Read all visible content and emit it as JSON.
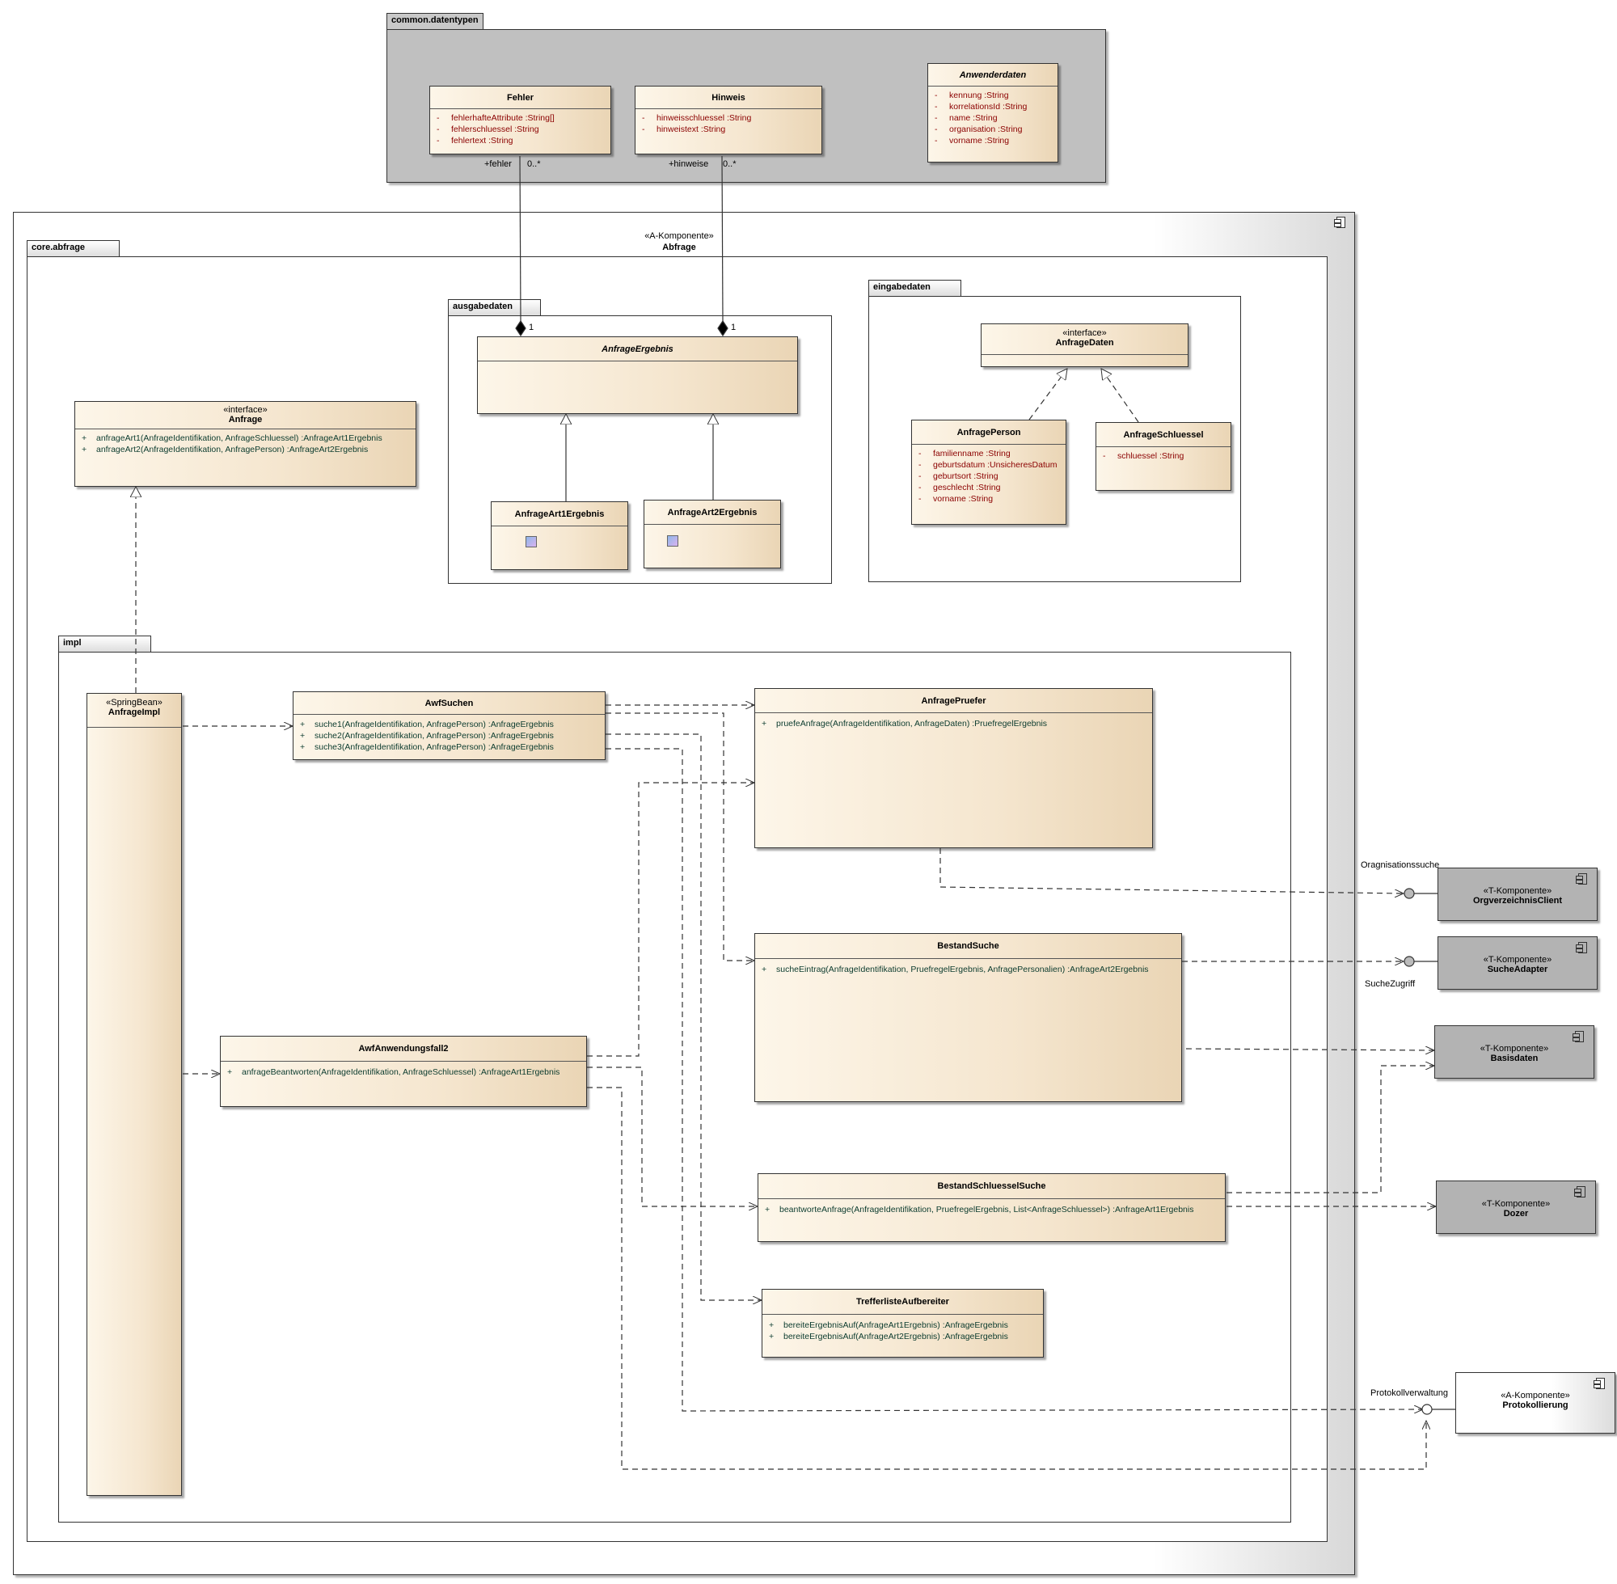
{
  "packages": {
    "common": "common.datentypen",
    "core": "core.abfrage",
    "ausgabe": "ausgabedaten",
    "eingabe": "eingabedaten",
    "impl": "impl"
  },
  "component_abfrage": {
    "stereotype": "«A-Komponente»",
    "name": "Abfrage"
  },
  "classes": {
    "fehler": {
      "name": "Fehler",
      "attrs": [
        {
          "vis": "-",
          "text": "fehlerhafteAttribute  :String[]"
        },
        {
          "vis": "-",
          "text": "fehlerschluessel  :String"
        },
        {
          "vis": "-",
          "text": "fehlertext  :String"
        }
      ]
    },
    "hinweis": {
      "name": "Hinweis",
      "attrs": [
        {
          "vis": "-",
          "text": "hinweisschluessel  :String"
        },
        {
          "vis": "-",
          "text": "hinweistext  :String"
        }
      ]
    },
    "anwenderdaten": {
      "name": "Anwenderdaten",
      "attrs": [
        {
          "vis": "-",
          "text": "kennung  :String"
        },
        {
          "vis": "-",
          "text": "korrelationsId  :String"
        },
        {
          "vis": "-",
          "text": "name  :String"
        },
        {
          "vis": "-",
          "text": "organisation  :String"
        },
        {
          "vis": "-",
          "text": "vorname  :String"
        }
      ]
    },
    "anfrageergebnis": {
      "name": "AnfrageErgebnis"
    },
    "art1": {
      "name": "AnfrageArt1Ergebnis"
    },
    "art2": {
      "name": "AnfrageArt2Ergebnis"
    },
    "anfragedaten": {
      "stereotype": "«interface»",
      "name": "AnfrageDaten"
    },
    "anfrageperson": {
      "name": "AnfragePerson",
      "attrs": [
        {
          "vis": "-",
          "text": "familienname  :String"
        },
        {
          "vis": "-",
          "text": "geburtsdatum  :UnsicheresDatum"
        },
        {
          "vis": "-",
          "text": "geburtsort  :String"
        },
        {
          "vis": "-",
          "text": "geschlecht  :String"
        },
        {
          "vis": "-",
          "text": "vorname  :String"
        }
      ]
    },
    "anfrageschluessel": {
      "name": "AnfrageSchluessel",
      "attrs": [
        {
          "vis": "-",
          "text": "schluessel  :String"
        }
      ]
    },
    "anfrage": {
      "stereotype": "«interface»",
      "name": "Anfrage",
      "ops": [
        {
          "vis": "+",
          "text": "anfrageArt1(AnfrageIdentifikation, AnfrageSchluessel)  :AnfrageArt1Ergebnis"
        },
        {
          "vis": "+",
          "text": "anfrageArt2(AnfrageIdentifikation, AnfragePerson)  :AnfrageArt2Ergebnis"
        }
      ]
    },
    "anfrageimpl": {
      "stereotype": "«SpringBean»",
      "name": "AnfrageImpl"
    },
    "awfsuchen": {
      "name": "AwfSuchen",
      "ops": [
        {
          "vis": "+",
          "text": "suche1(AnfrageIdentifikation, AnfragePerson)  :AnfrageErgebnis"
        },
        {
          "vis": "+",
          "text": "suche2(AnfrageIdentifikation, AnfragePerson)  :AnfrageErgebnis"
        },
        {
          "vis": "+",
          "text": "suche3(AnfrageIdentifikation, AnfragePerson)  :AnfrageErgebnis"
        }
      ]
    },
    "anfragepruefer": {
      "name": "AnfragePruefer",
      "ops": [
        {
          "vis": "+",
          "text": "pruefeAnfrage(AnfrageIdentifikation, AnfrageDaten)  :PruefregelErgebnis"
        }
      ]
    },
    "bestandsuche": {
      "name": "BestandSuche",
      "ops": [
        {
          "vis": "+",
          "text": "sucheEintrag(AnfrageIdentifikation, PruefregelErgebnis, AnfragePersonalien)  :AnfrageArt2Ergebnis"
        }
      ]
    },
    "awfanwendungsfall2": {
      "name": "AwfAnwendungsfall2",
      "ops": [
        {
          "vis": "+",
          "text": "anfrageBeantworten(AnfrageIdentifikation, AnfrageSchluessel)  :AnfrageArt1Ergebnis"
        }
      ]
    },
    "bestandschluesselsuche": {
      "name": "BestandSchluesselSuche",
      "ops": [
        {
          "vis": "+",
          "text": "beantworteAnfrage(AnfrageIdentifikation, PruefregelErgebnis, List<AnfrageSchluessel>)  :AnfrageArt1Ergebnis"
        }
      ]
    },
    "trefferliste": {
      "name": "TrefferlisteAufbereiter",
      "ops": [
        {
          "vis": "+",
          "text": "bereiteErgebnisAuf(AnfrageArt1Ergebnis)  :AnfrageErgebnis"
        },
        {
          "vis": "+",
          "text": "bereiteErgebnisAuf(AnfrageArt2Ergebnis)  :AnfrageErgebnis"
        }
      ]
    }
  },
  "components": {
    "orgverzeichnis": {
      "stereotype": "«T-Komponente»",
      "name": "OrgverzeichnisClient"
    },
    "sucheadapter": {
      "stereotype": "«T-Komponente»",
      "name": "SucheAdapter"
    },
    "basisdaten": {
      "stereotype": "«T-Komponente»",
      "name": "Basisdaten"
    },
    "dozer": {
      "stereotype": "«T-Komponente»",
      "name": "Dozer"
    },
    "protokollierung": {
      "stereotype": "«A-Komponente»",
      "name": "Protokollierung"
    }
  },
  "labels": {
    "fehler_role": "+fehler",
    "fehler_mult": "0..*",
    "hinweis_role": "+hinweise",
    "hinweis_mult": "0..*",
    "comp_mult_1": "1",
    "comp_mult_2": "1",
    "orga": "Oragnisationssuche",
    "suchezugriff": "SucheZugriff",
    "protokoll": "Protokollverwaltung"
  },
  "colors": {
    "class_fill": "#f5e6cf",
    "package_gray": "#c0c0c0",
    "attr": "#8b0000",
    "op": "#0b3b2e"
  }
}
